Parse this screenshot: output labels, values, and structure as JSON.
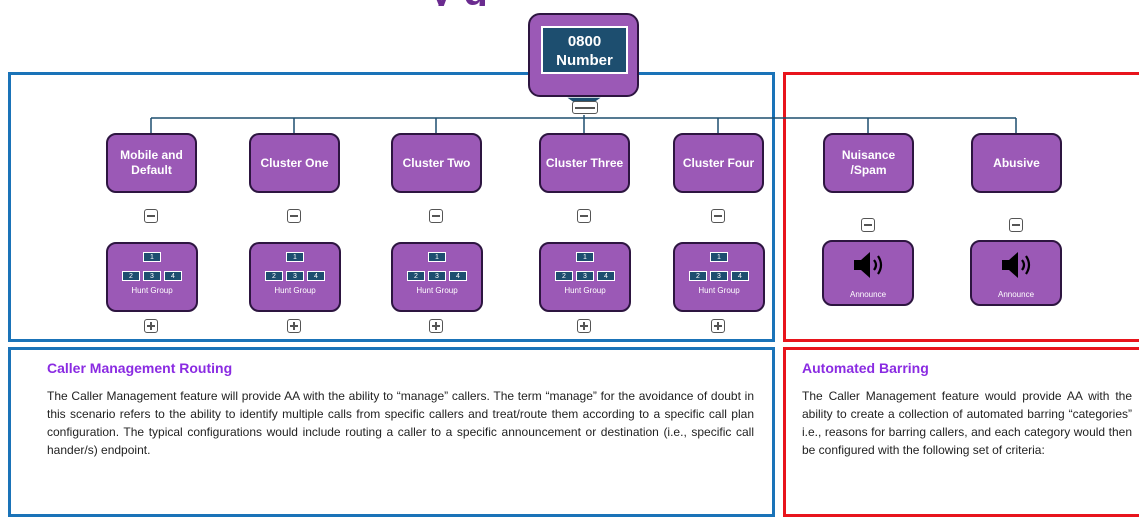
{
  "title": "y                    g",
  "root": {
    "line1": "0800",
    "line2": "Number"
  },
  "clusters": [
    {
      "label": "Mobile and Default"
    },
    {
      "label": "Cluster One"
    },
    {
      "label": "Cluster Two"
    },
    {
      "label": "Cluster Three"
    },
    {
      "label": "Cluster Four"
    }
  ],
  "barring": [
    {
      "label": "Nuisance /Spam"
    },
    {
      "label": "Abusive"
    }
  ],
  "hunt_group": {
    "label": "Hunt Group",
    "top": "1",
    "children": [
      "2",
      "3",
      "4"
    ]
  },
  "announce": {
    "label": "Announce",
    "icon": "speaker-icon"
  },
  "routing": {
    "heading": "Caller Management Routing",
    "text": "The Caller Management feature will provide AA with the ability to “manage” callers. The term “manage” for the avoidance of doubt in this scenario refers to the ability to identify multiple calls from specific callers and treat/route them according to a specific call plan configuration.  The typical configurations would include routing a caller to a specific announcement or destination (i.e., specific call hander/s) endpoint."
  },
  "barring_text": {
    "heading": "Automated Barring",
    "text": "The Caller Management feature would provide AA with the ability to create a collection of automated barring “categories” i.e., reasons for barring callers, and each category would then be configured with the following set of criteria:"
  },
  "colors": {
    "node": "#9b59b6",
    "node_border": "#2d1540",
    "dark_box": "#1d4e6f",
    "blue_frame": "#1a73b8",
    "red_frame": "#e8141c",
    "heading": "#8a2be2"
  }
}
